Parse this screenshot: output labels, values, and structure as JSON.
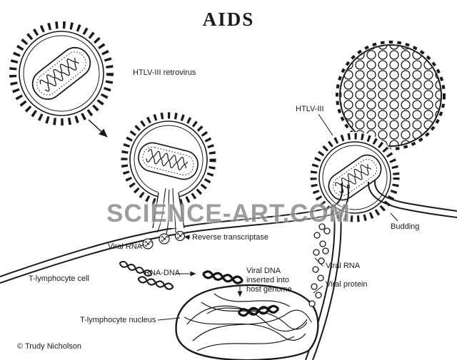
{
  "title": "AIDS",
  "watermark": "SCIENCE-ART.COM",
  "credit": "© Trudy Nicholson",
  "labels": {
    "htlv_retrovirus": "HTLV-III retrovirus",
    "htlv": "HTLV-III",
    "budding": "Budding",
    "reverse_transcriptase": "Reverse transcriptase",
    "viral_rna_left": "Viral RNA",
    "rna_dna": "RNA-DNA",
    "viral_dna": "Viral DNA inserted into host genome",
    "t_lymphocyte_cell": "T-lymphocyte cell",
    "t_lymphocyte_nucleus": "T-lymphocyte nucleus",
    "viral_rna_right": "Viral RNA",
    "viral_protein": "Viral protein"
  },
  "colors": {
    "ink": "#1a1a1a",
    "watermark_gray": "#8d8d8d"
  }
}
